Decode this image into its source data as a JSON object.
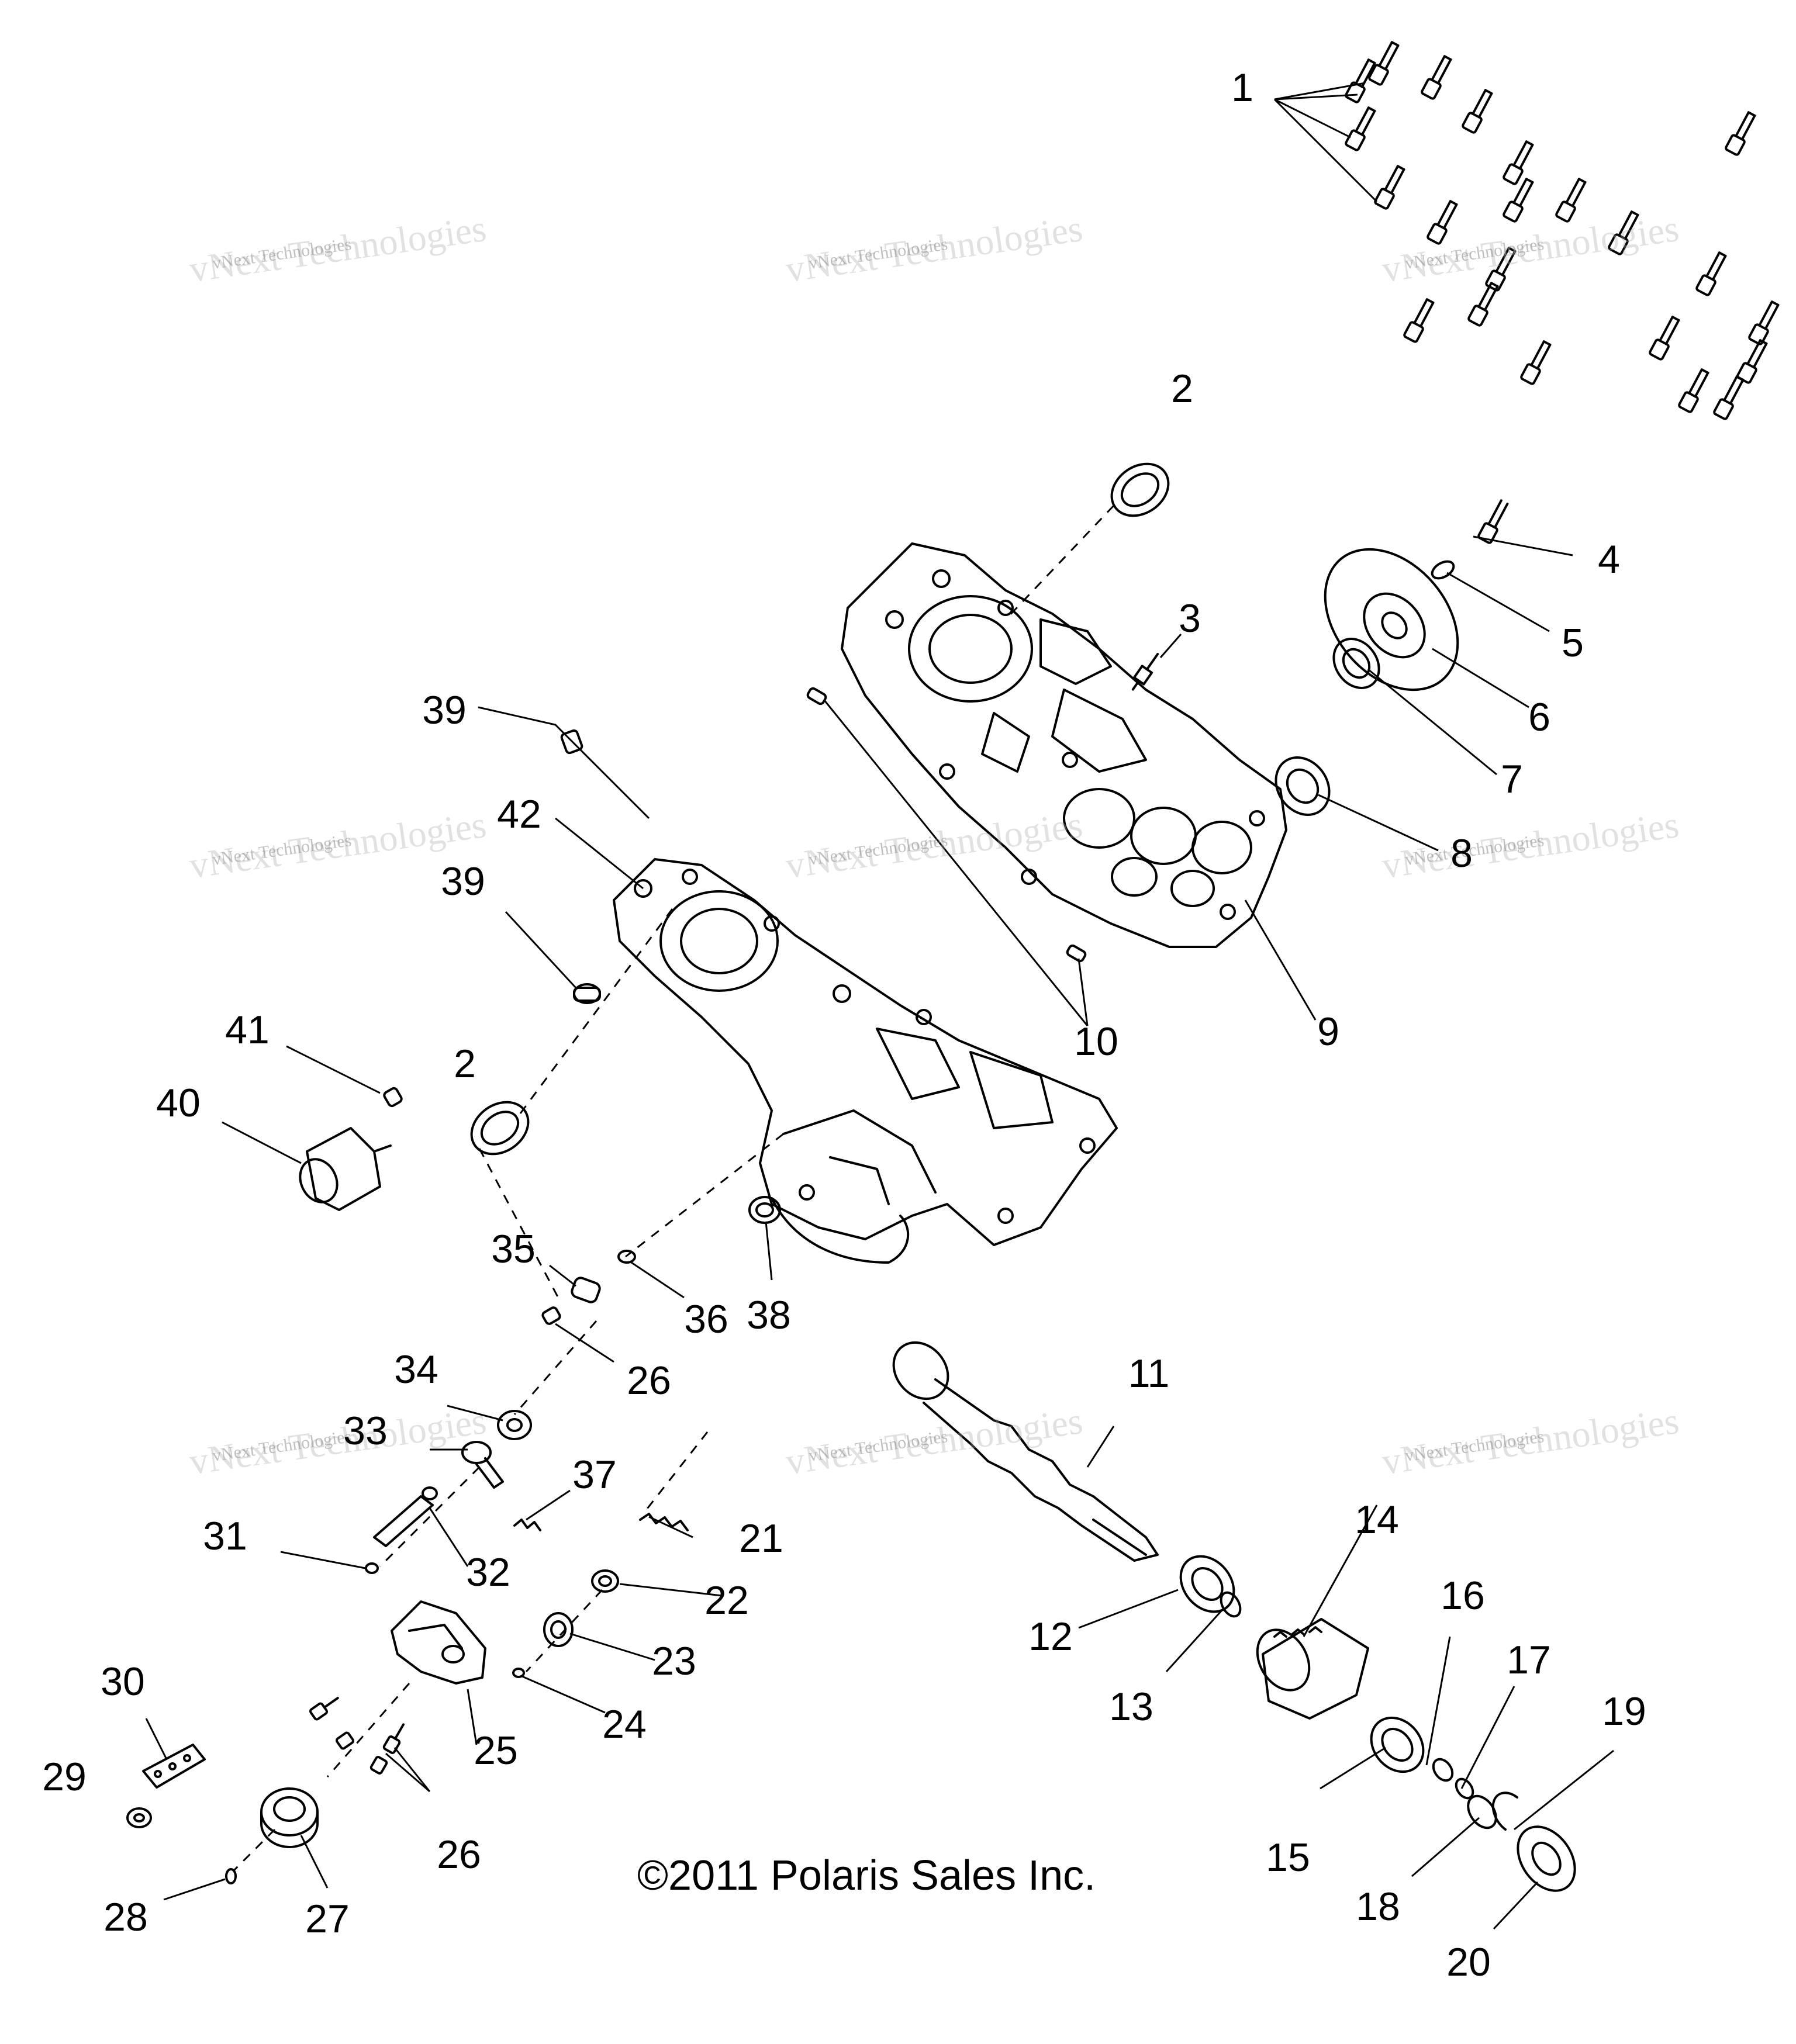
{
  "copyright": "©2011 Polaris Sales Inc.",
  "watermark": {
    "line1": "vNext Technologies",
    "line2": "vNext Technologies"
  },
  "callouts": [
    "1",
    "2",
    "3",
    "4",
    "5",
    "6",
    "7",
    "8",
    "9",
    "10",
    "11",
    "12",
    "13",
    "14",
    "15",
    "16",
    "17",
    "18",
    "19",
    "20",
    "21",
    "22",
    "23",
    "24",
    "25",
    "26",
    "27",
    "28",
    "29",
    "30",
    "31",
    "32",
    "33",
    "34",
    "35",
    "36",
    "37",
    "38",
    "39",
    "40",
    "41",
    "42"
  ],
  "colors": {
    "line": "#000000",
    "watermark": "#8c8c8c"
  }
}
